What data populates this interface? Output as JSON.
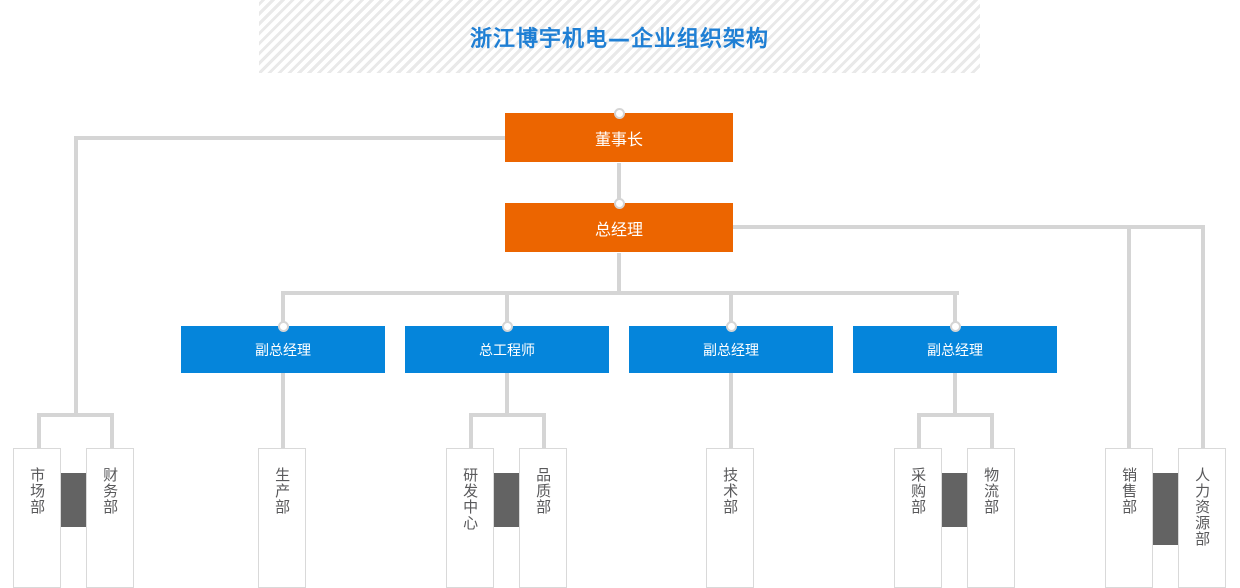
{
  "banner": {
    "title": "浙江博宇机电—企业组织架构",
    "title_color": "#1f7fd4"
  },
  "colors": {
    "executive": "#ec6500",
    "manager": "#0585db",
    "connector": "#d5d5d5",
    "department_border": "#d9d9d9",
    "department_text": "#59595b",
    "slab": "#636363"
  },
  "chart_data": {
    "type": "org-chart",
    "title": "浙江博宇机电—企业组织架构",
    "levels": [
      {
        "level": 1,
        "nodes": [
          "董事长"
        ]
      },
      {
        "level": 2,
        "nodes": [
          "总经理"
        ]
      },
      {
        "level": 3,
        "nodes": [
          "副总经理",
          "总工程师",
          "副总经理",
          "副总经理"
        ]
      },
      {
        "level": 4,
        "nodes": [
          "市场部",
          "财务部",
          "生产部",
          "研发中心",
          "品质部",
          "技术部",
          "采购部",
          "物流部",
          "销售部",
          "人力资源部"
        ]
      }
    ],
    "edges": [
      {
        "from": "董事长",
        "to": "总经理"
      },
      {
        "from": "董事长",
        "to": "市场部"
      },
      {
        "from": "董事长",
        "to": "财务部"
      },
      {
        "from": "总经理",
        "to": "副总经理(1)"
      },
      {
        "from": "总经理",
        "to": "总工程师"
      },
      {
        "from": "总经理",
        "to": "副总经理(2)"
      },
      {
        "from": "总经理",
        "to": "副总经理(3)"
      },
      {
        "from": "总经理",
        "to": "销售部"
      },
      {
        "from": "总经理",
        "to": "人力资源部"
      },
      {
        "from": "副总经理(1)",
        "to": "生产部"
      },
      {
        "from": "总工程师",
        "to": "研发中心"
      },
      {
        "from": "总工程师",
        "to": "品质部"
      },
      {
        "from": "副总经理(2)",
        "to": "技术部"
      },
      {
        "from": "副总经理(3)",
        "to": "采购部"
      },
      {
        "from": "副总经理(3)",
        "to": "物流部"
      }
    ]
  },
  "executives": {
    "chairman": "董事长",
    "general_manager": "总经理"
  },
  "managers": [
    {
      "label": "副总经理"
    },
    {
      "label": "总工程师"
    },
    {
      "label": "副总经理"
    },
    {
      "label": "副总经理"
    }
  ],
  "departments": [
    {
      "label": "市场部"
    },
    {
      "label": "财务部"
    },
    {
      "label": "生产部"
    },
    {
      "label": "研发中心"
    },
    {
      "label": "品质部"
    },
    {
      "label": "技术部"
    },
    {
      "label": "采购部"
    },
    {
      "label": "物流部"
    },
    {
      "label": "销售部"
    },
    {
      "label": "人力资源部"
    }
  ]
}
